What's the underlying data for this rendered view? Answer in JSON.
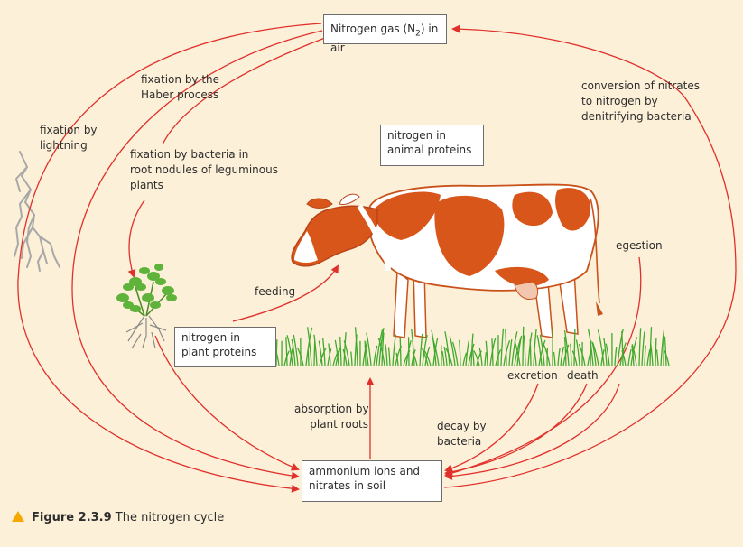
{
  "boxes": {
    "nitrogen_gas": {
      "prefix": "Nitrogen gas (N",
      "sub": "2",
      "suffix": ") in air"
    },
    "animal_proteins": {
      "line1": "nitrogen in",
      "line2": "animal proteins"
    },
    "plant_proteins": {
      "line1": "nitrogen in",
      "line2": "plant proteins"
    },
    "ammonium": {
      "line1": "ammonium ions and",
      "line2": "nitrates in soil"
    }
  },
  "labels": {
    "haber": [
      "fixation by the",
      "Haber process"
    ],
    "lightning": [
      "fixation by",
      "lightning"
    ],
    "bacteria_nodules": [
      "fixation by bacteria in",
      "root nodules of leguminous",
      "plants"
    ],
    "denitrifying": [
      "conversion of nitrates",
      "to nitrogen by",
      "denitrifying bacteria"
    ],
    "feeding": "feeding",
    "egestion": "egestion",
    "excretion": "excretion",
    "death": "death",
    "absorption": [
      "absorption by",
      "plant roots"
    ],
    "decay": [
      "decay by",
      "bacteria"
    ]
  },
  "caption": {
    "number": "Figure 2.3.9",
    "text": " The nitrogen cycle"
  },
  "colors": {
    "arrow": "#e0302b",
    "cow_patch": "#d9561a",
    "grass": "#3faa2d",
    "background": "#fdf0d8",
    "caption_triangle": "#f5a800"
  }
}
